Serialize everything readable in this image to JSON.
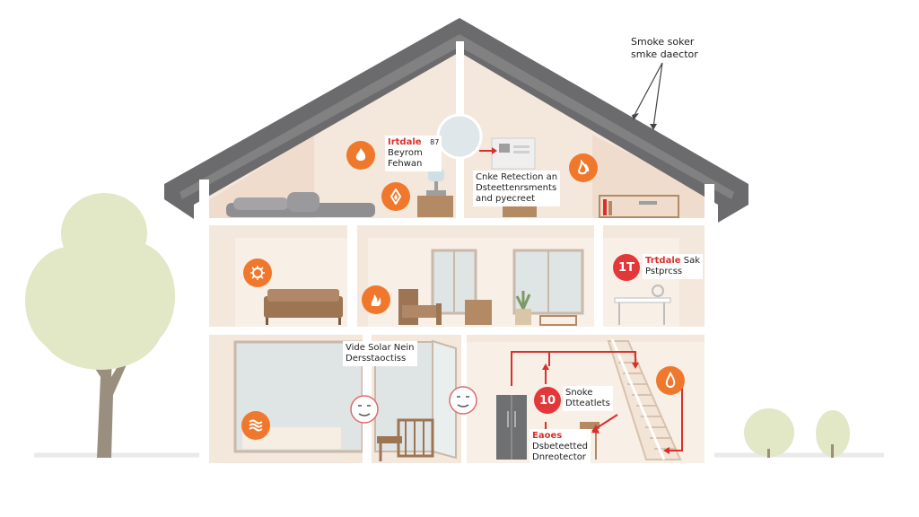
{
  "title": {
    "line1": "Smoke soker",
    "line2": "smke daector"
  },
  "callouts": [
    {
      "id": "attic-left",
      "highlight": "Irtdale",
      "line2": "Beyrom",
      "line3": "Fehwan",
      "side": "87"
    },
    {
      "id": "attic-right",
      "line1": "Cnke Retection an",
      "line2": "Dsteettenrsments",
      "line3": "and pyecreet"
    },
    {
      "id": "middle-right",
      "highlight": "Trtdale",
      "line1_rest": "Sak",
      "line2": "Pstprcss"
    },
    {
      "id": "ground-window",
      "line1": "Vide Solar Nein",
      "line2": "Dersstaoctiss"
    },
    {
      "id": "ground-smoke",
      "line1": "Snoke",
      "line2": "Dtteatlets"
    },
    {
      "id": "ground-bottom",
      "highlight": "Eaoes",
      "line2": "Dsbeteetted",
      "line3": "Dnreotector"
    }
  ],
  "badges": [
    {
      "id": "red-middle",
      "text": "1T"
    },
    {
      "id": "red-ground",
      "text": "10"
    }
  ],
  "colors": {
    "roof": "#6b6b6d",
    "wall": "#f4e7dc",
    "wall_dark": "#efdccd",
    "frame": "#ffffff",
    "detector": "#f0782c",
    "alert": "#e2383a",
    "tree": "#e2e7c5",
    "trunk": "#9a8f7e"
  },
  "icons": {
    "detector": "flame-icon",
    "alert": "alarm-badge-icon",
    "occupant": "face-icon"
  }
}
